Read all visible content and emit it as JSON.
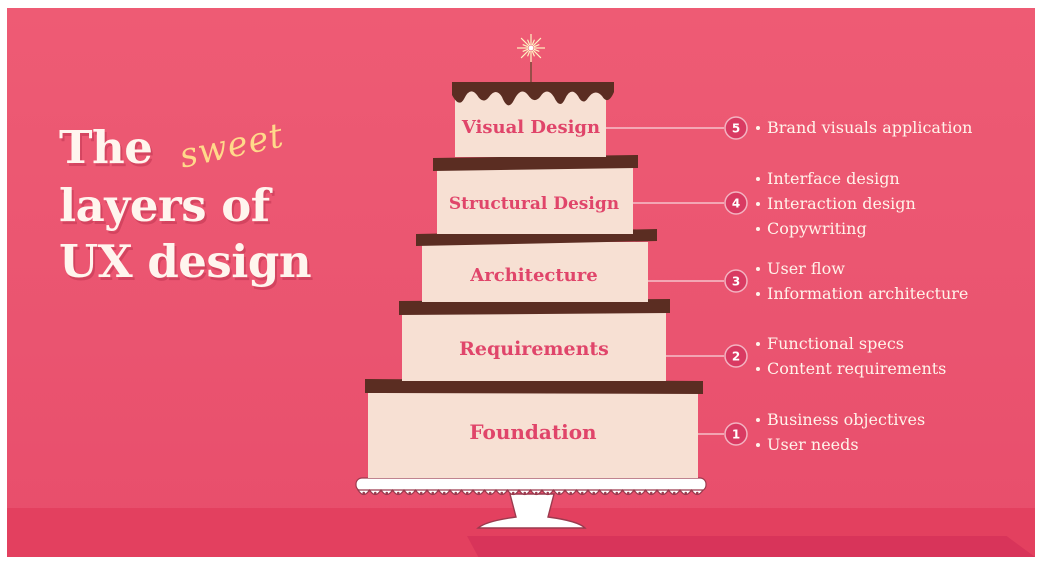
{
  "title": {
    "line1": "The",
    "accent": "sweet",
    "line2": "layers of",
    "line3": "UX design"
  },
  "layers": [
    {
      "number": "5",
      "label": "Visual Design",
      "items": [
        "Brand visuals application"
      ]
    },
    {
      "number": "4",
      "label": "Structural Design",
      "items": [
        "Interface design",
        "Interaction design",
        "Copywriting"
      ]
    },
    {
      "number": "3",
      "label": "Architecture",
      "items": [
        "User flow",
        "Information architecture"
      ]
    },
    {
      "number": "2",
      "label": "Requirements",
      "items": [
        "Functional specs",
        "Content requirements"
      ]
    },
    {
      "number": "1",
      "label": "Foundation",
      "items": [
        "Business objectives",
        "User needs"
      ]
    }
  ],
  "colors": {
    "background": "#ea5470",
    "cake": "#f7e0d3",
    "chocolate": "#5b2d22",
    "accent": "#e0456a",
    "badge": "#d93a62",
    "text_light": "#fff3ea"
  },
  "icons": [
    "sparkler-icon"
  ]
}
